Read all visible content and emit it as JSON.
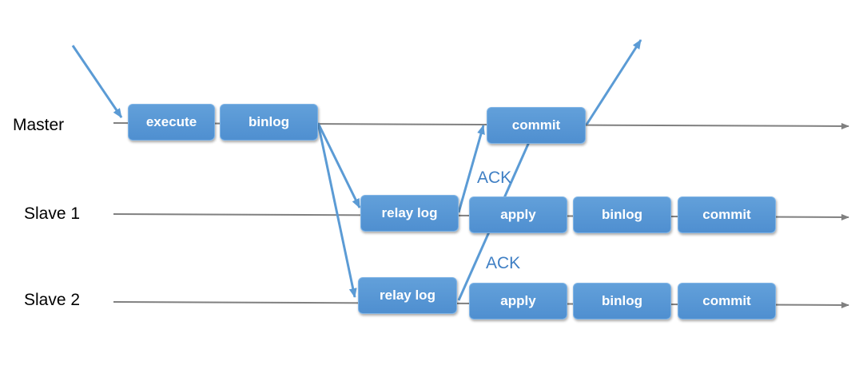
{
  "colors": {
    "timeline": "#808080",
    "flow_arrow": "#5b9bd5",
    "box_fill": "#5b9bd5",
    "ack_text": "#3f7fc4"
  },
  "lanes": {
    "master": "Master",
    "slave1": "Slave 1",
    "slave2": "Slave 2"
  },
  "steps": {
    "master": {
      "execute": "execute",
      "binlog": "binlog",
      "commit": "commit"
    },
    "slave1": {
      "relay_log": "relay log",
      "apply": "apply",
      "binlog": "binlog",
      "commit": "commit"
    },
    "slave2": {
      "relay_log": "relay log",
      "apply": "apply",
      "binlog": "binlog",
      "commit": "commit"
    }
  },
  "acks": {
    "slave1": "ACK",
    "slave2": "ACK"
  }
}
